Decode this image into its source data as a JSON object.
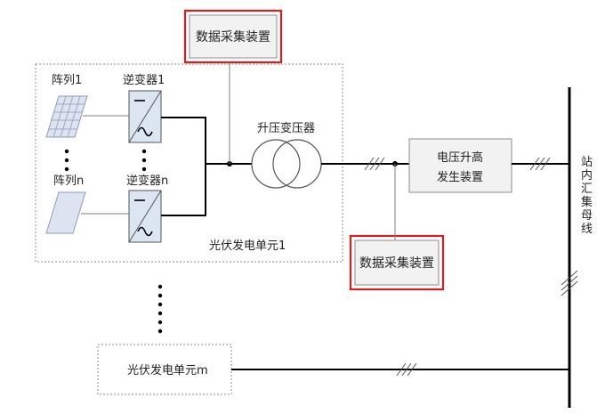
{
  "labels": {
    "data_collector_top": "数据采集装置",
    "data_collector_mid": "数据采集装置",
    "array_1": "阵列1",
    "inverter_1": "逆变器1",
    "array_n": "阵列n",
    "inverter_n": "逆变器n",
    "step_up_transformer": "升压变压器",
    "voltage_rise_device_line1": "电压升高",
    "voltage_rise_device_line2": "发生装置",
    "pv_unit_1": "光伏发电单元1",
    "pv_unit_m": "光伏发电单元m",
    "station_bus": [
      "站",
      "内",
      "汇",
      "集",
      "母",
      "线"
    ]
  },
  "colors": {
    "highlight_border": "#d81e1e",
    "line": "#000000",
    "dashed_border": "#8c8c8c",
    "box_fill": "#f2f2f2",
    "inverter_fill": "#dce6f2",
    "panel_fill": "#dde3f0"
  },
  "icons": {
    "inverter": "dc-ac-inverter-icon",
    "solar_panel": "solar-panel-icon",
    "transformer": "two-winding-transformer-icon"
  }
}
